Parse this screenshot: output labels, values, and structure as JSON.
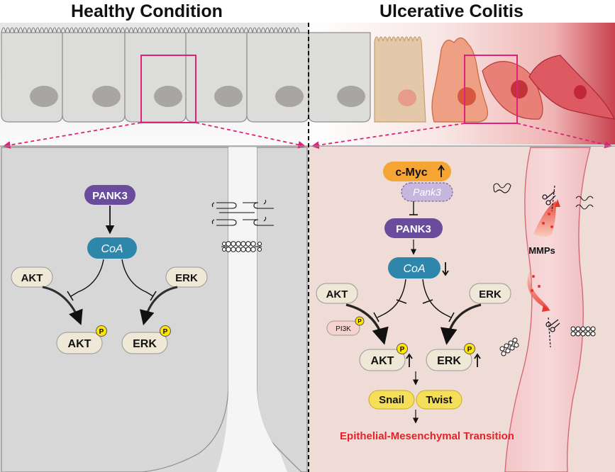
{
  "titles": {
    "healthy": "Healthy Condition",
    "uc": "Ulcerative Colitis"
  },
  "healthy": {
    "pank3": "PANK3",
    "coa": "CoA",
    "akt": "AKT",
    "erk": "ERK",
    "akt_p": "AKT",
    "erk_p": "ERK",
    "phospho": "P"
  },
  "uc": {
    "cmyc": "c-Myc",
    "pank3_gene": "Pank3",
    "pank3": "PANK3",
    "coa": "CoA",
    "akt": "AKT",
    "erk": "ERK",
    "pi3k": "PI3K",
    "akt_p": "AKT",
    "erk_p": "ERK",
    "phospho": "P",
    "snail": "Snail",
    "twist": "Twist",
    "mmps": "MMPs",
    "emt": "Epithelial-Mesenchymal Transition"
  },
  "colors": {
    "pank3": "#6a4c9c",
    "coa": "#2e86ab",
    "kinase": "#efe8d6",
    "phospho": "#ffe600",
    "transcription_factor": "#f5df5a",
    "cmyc": "#f4a534",
    "emt_text": "#e8202a",
    "highlight_box": "#e0217a",
    "healthy_bg": "#d9dad9",
    "uc_bg": "#f0dcd7"
  }
}
